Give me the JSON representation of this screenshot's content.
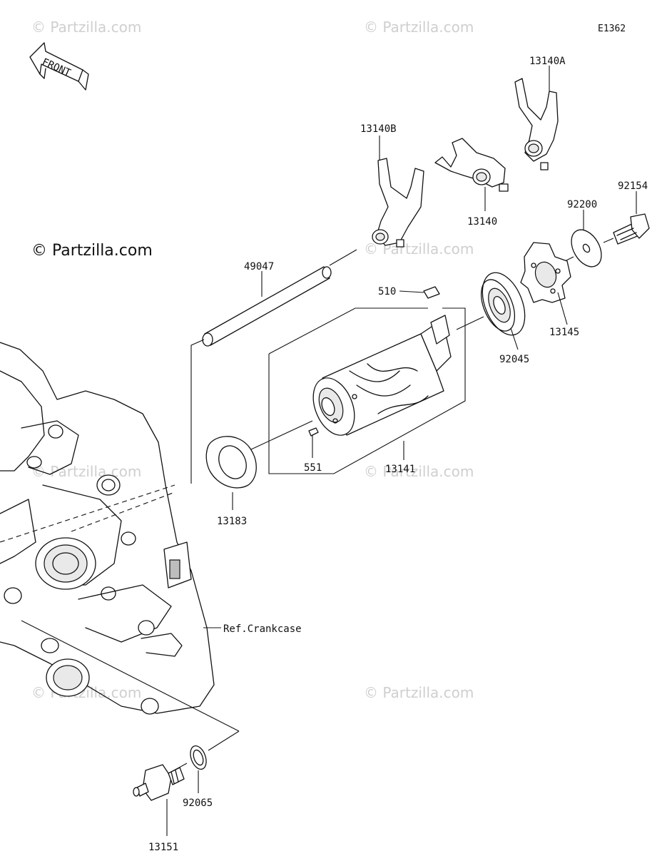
{
  "diagram_code": "E1362",
  "front_label": "FRONT",
  "copyright_main": "© Partzilla.com",
  "watermark_text": "© Partzilla.com",
  "ref_crankcase": "Ref.Crankcase",
  "parts": {
    "p13140A": "13140A",
    "p13140B": "13140B",
    "p13140": "13140",
    "p92154": "92154",
    "p92200": "92200",
    "p49047": "49047",
    "p510": "510",
    "p13145": "13145",
    "p92045": "92045",
    "p551": "551",
    "p13141": "13141",
    "p13183": "13183",
    "p92065": "92065",
    "p13151": "13151"
  }
}
